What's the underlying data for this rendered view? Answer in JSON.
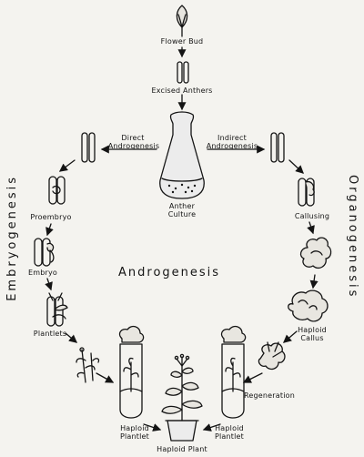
{
  "diagram": {
    "center_title": "Androgenesis",
    "left_title": "Embryogenesis",
    "right_title": "Organogenesis",
    "labels": {
      "flower_bud": "Flower Bud",
      "excised_anthers": "Excised Anthers",
      "direct_1": "Direct",
      "direct_2": "Androgenesis",
      "indirect_1": "Indirect",
      "indirect_2": "Androgenesis",
      "anther_1": "Anther",
      "anther_2": "Culture",
      "proembryo": "Proembryo",
      "callusing": "Callusing",
      "embryo": "Embryo",
      "plantlets": "Plantlets",
      "haploid_callus_1": "Haploid",
      "haploid_callus_2": "Callus",
      "regeneration": "Regeneration",
      "haploid_plantlet_left_1": "Haploid",
      "haploid_plantlet_left_2": "Plantlet",
      "haploid_plantlet_right_1": "Haploid",
      "haploid_plantlet_right_2": "Plantlet",
      "haploid_plant": "Haploid Plant"
    }
  }
}
